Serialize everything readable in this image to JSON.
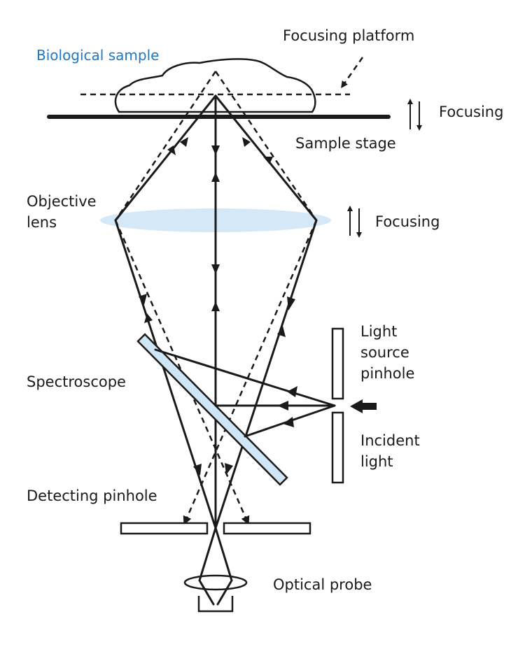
{
  "labels": {
    "biological_sample": "Biological sample",
    "focusing_platform": "Focusing platform",
    "focusing_top": "Focusing",
    "sample_stage": "Sample stage",
    "objective_lens_line1": "Objective",
    "objective_lens_line2": "lens",
    "focusing_lens": "Focusing",
    "light_source_pinhole_line1": "Light",
    "light_source_pinhole_line2": "source",
    "light_source_pinhole_line3": "pinhole",
    "spectroscope": "Spectroscope",
    "incident_light_line1": "Incident",
    "incident_light_line2": "light",
    "detecting_pinhole": "Detecting pinhole",
    "optical_probe": "Optical probe"
  },
  "colors": {
    "ink": "#1a1a1a",
    "accent_label": "#1f77c4",
    "lens_fill": "#cfe6f7",
    "spectroscope_fill": "#cfe6f7"
  }
}
